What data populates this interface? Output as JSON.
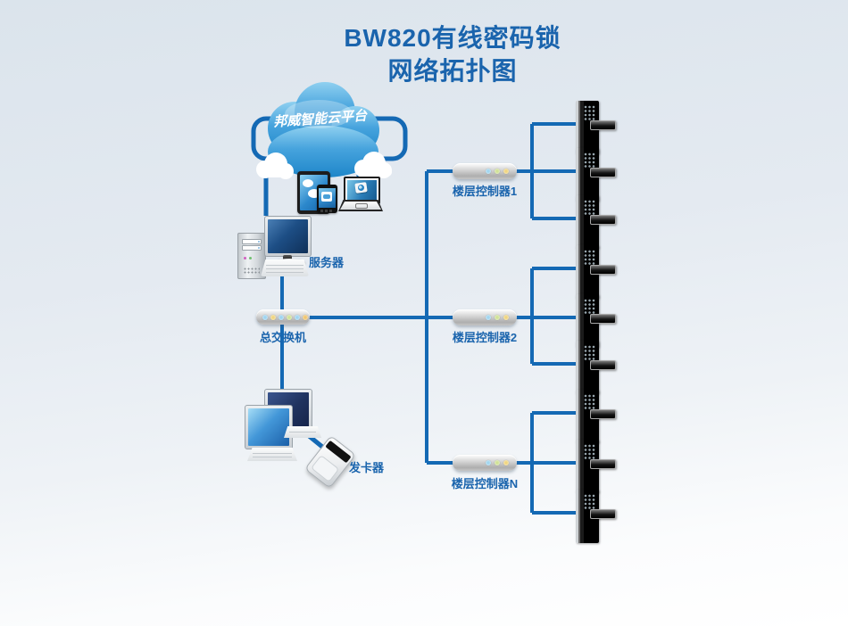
{
  "title": {
    "line1": "BW820有线密码锁",
    "line2": "网络拓扑图"
  },
  "cloud": {
    "label": "邦威智能云平台"
  },
  "nodes": {
    "server": {
      "label": "服务器"
    },
    "main_switch": {
      "label": "总交换机"
    },
    "card_issuer": {
      "label": "发卡器"
    },
    "controllers": [
      {
        "id": "controller-1",
        "label": "楼层控制器1",
        "locks": 3
      },
      {
        "id": "controller-2",
        "label": "楼层控制器2",
        "locks": 3
      },
      {
        "id": "controller-n",
        "label": "楼层控制器N",
        "locks": 3
      }
    ],
    "total_locks": 9
  },
  "colors": {
    "cable": "#1469b4",
    "title_text": "#1a64ad",
    "label_text": "#1a64ad",
    "cloud_gradient_top": "#8fd0f0",
    "cloud_gradient_bottom": "#1e86c9",
    "switch_leds": [
      "#9cd3f0",
      "#f0d47b",
      "#9cd3f0",
      "#cfe193",
      "#9cd3f0",
      "#f0c46b"
    ],
    "controller_leds": [
      "#9fd5ef",
      "#cfe193",
      "#f0d47b"
    ],
    "background_top": "#dbe4ec",
    "background_bottom": "#ffffff"
  }
}
